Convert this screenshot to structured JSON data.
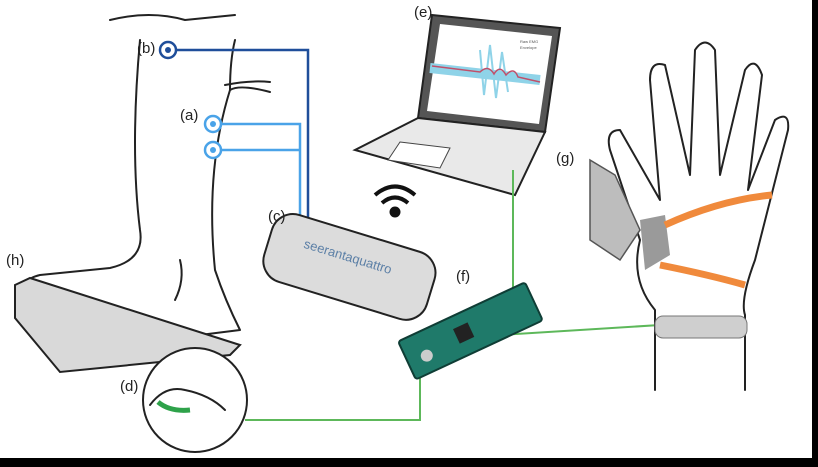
{
  "labels": {
    "a": "(a)",
    "b": "(b)",
    "c": "(c)",
    "d": "(d)",
    "e": "(e)",
    "f": "(f)",
    "g": "(g)",
    "h": "(h)"
  },
  "device_brand": "seerantaquattro",
  "screen_legend": {
    "raw": "Raw EMG",
    "envelope": "Envelope"
  },
  "colors": {
    "dark_blue": "#1f4e9a",
    "light_blue": "#4aa3e8",
    "green": "#5db85a",
    "orange": "#f08a3c",
    "board": "#1f7a6a",
    "device": "#dcdcdc",
    "emg": "#8fd3e8",
    "env": "#c0506a"
  }
}
